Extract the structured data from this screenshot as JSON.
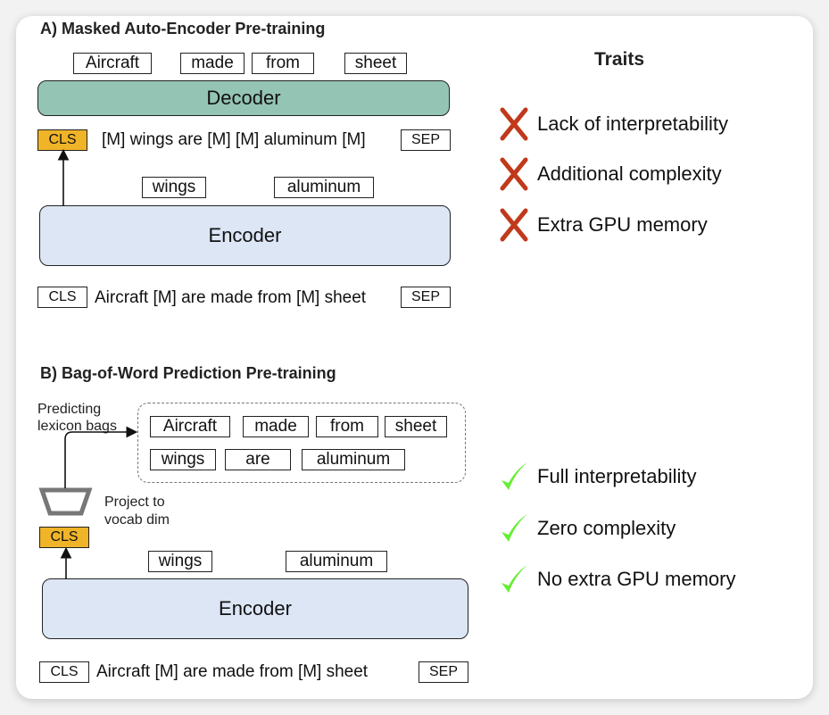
{
  "section_a": {
    "title": "A) Masked Auto-Encoder Pre-training",
    "decoder_outputs": [
      "Aircraft",
      "made",
      "from",
      "sheet"
    ],
    "decoder_label": "Decoder",
    "cls": "CLS",
    "masked_sequence": "[M] wings are [M] [M] aluminum [M]",
    "sep": "SEP",
    "encoder_outputs": [
      "wings",
      "aluminum"
    ],
    "encoder_label": "Encoder",
    "input_cls": "CLS",
    "input_sequence": "Aircraft [M] are made from [M] sheet",
    "input_sep": "SEP"
  },
  "section_b": {
    "title": "B) Bag-of-Word Prediction Pre-training",
    "predicting_label_line1": "Predicting",
    "predicting_label_line2": "lexicon bags",
    "bag_row1": [
      "Aircraft",
      "made",
      "from",
      "sheet"
    ],
    "bag_row2": [
      "wings",
      "are",
      "aluminum"
    ],
    "project_label_line1": "Project to",
    "project_label_line2": "vocab dim",
    "cls": "CLS",
    "encoder_outputs": [
      "wings",
      "aluminum"
    ],
    "encoder_label": "Encoder",
    "input_cls": "CLS",
    "input_sequence": "Aircraft [M] are made from [M] sheet",
    "input_sep": "SEP"
  },
  "traits": {
    "title": "Traits",
    "negative": [
      {
        "icon": "cross-icon",
        "text": "Lack of interpretability"
      },
      {
        "icon": "cross-icon",
        "text": "Additional complexity"
      },
      {
        "icon": "cross-icon",
        "text": "Extra GPU memory"
      }
    ],
    "positive": [
      {
        "icon": "check-icon",
        "text": "Full interpretability"
      },
      {
        "icon": "check-icon",
        "text": "Zero complexity"
      },
      {
        "icon": "check-icon",
        "text": "No extra GPU memory"
      }
    ]
  },
  "colors": {
    "decoder": "#94c4b4",
    "encoder": "#dce6f5",
    "cls": "#f0b429",
    "cross": "#c0391b",
    "check": "#66ee33"
  }
}
